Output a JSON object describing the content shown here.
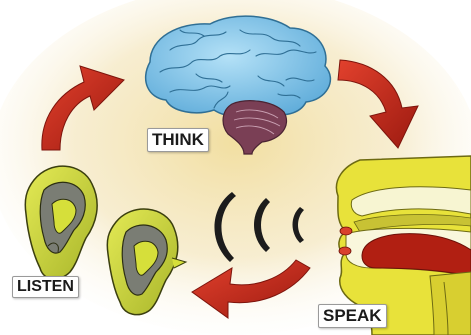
{
  "labels": {
    "think": "THINK",
    "listen": "LISTEN",
    "speak": "SPEAK"
  },
  "colors": {
    "arrow": "#c62a1c",
    "brain": "#7fc3ea",
    "cerebellum": "#7a3f55",
    "ear": "#d6df3a",
    "mouth": "#e8e23a",
    "tongue": "#b11f12",
    "background_glow": "#e9d49a"
  },
  "icons": [
    "brain-icon",
    "ear-icon",
    "ear-icon",
    "head-profile-icon",
    "sound-waves-icon",
    "cycle-arrow-icon"
  ]
}
